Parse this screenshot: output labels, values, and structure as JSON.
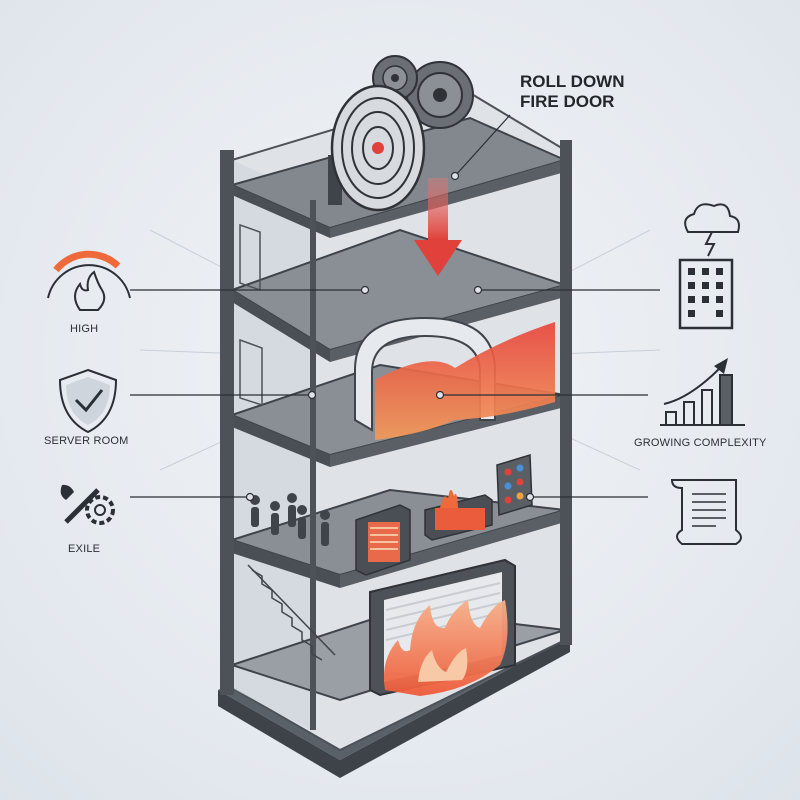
{
  "diagram": {
    "callout_title_line1": "ROLL DOWN",
    "callout_title_line2": "FIRE DOOR",
    "left_labels": [
      "HIGH",
      "SERVER ROOM",
      "EXILE"
    ],
    "right_labels": [
      "GROWING COMPLEXITY"
    ]
  },
  "icons": {
    "left": [
      "fire-gauge-icon",
      "shield-check-icon",
      "wrench-gear-icon"
    ],
    "right": [
      "cloud-building-icon",
      "growth-chart-icon",
      "document-scroll-icon"
    ]
  },
  "colors": {
    "frame": "#4d5259",
    "accent_red": "#e0413a",
    "fire_orange": "#f07a3a",
    "glass": "#c9cfd6"
  }
}
